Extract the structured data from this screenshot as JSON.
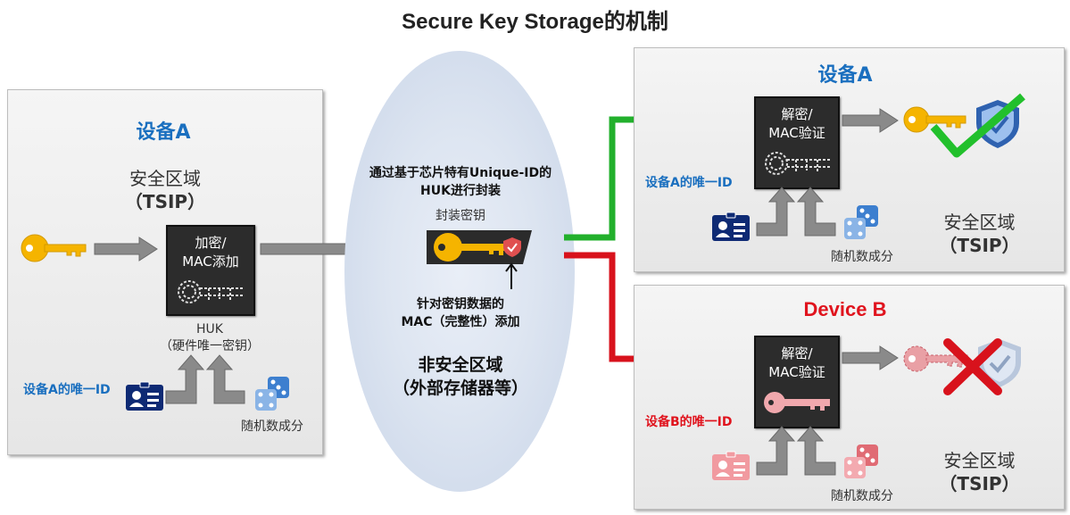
{
  "title": "Secure Key Storage的机制",
  "left_panel": {
    "device": "设备A",
    "zone_line1": "安全区域",
    "zone_line2": "（TSIP）",
    "chip_line1": "加密/",
    "chip_line2": "MAC添加",
    "huk_line1": "HUK",
    "huk_line2": "（硬件唯一密钥）",
    "unique_id": "设备A的唯一ID",
    "random": "随机数成分"
  },
  "center": {
    "desc_line1": "通过基于芯片特有Unique-ID的",
    "desc_line2": "HUK进行封装",
    "wrapped_key": "封装密钥",
    "mac_line1": "针对密钥数据的",
    "mac_line2": "MAC（完整性）添加",
    "zone_line1": "非安全区域",
    "zone_line2": "（外部存储器等）"
  },
  "top_right_panel": {
    "device": "设备A",
    "chip_line1": "解密/",
    "chip_line2": "MAC验证",
    "unique_id": "设备A的唯一ID",
    "random": "随机数成分",
    "zone_line1": "安全区域",
    "zone_line2": "（TSIP）"
  },
  "bottom_right_panel": {
    "device": "Device B",
    "chip_line1": "解密/",
    "chip_line2": "MAC验证",
    "unique_id": "设备B的唯一ID",
    "random": "随机数成分",
    "zone_line1": "安全区域",
    "zone_line2": "（TSIP）"
  },
  "colors": {
    "accent_blue": "#1a6fbf",
    "success_green": "#22b02c",
    "error_red": "#e0141e",
    "key_yellow": "#f5b400"
  },
  "icons": [
    "key-icon",
    "fingerprint-icon",
    "id-card-icon",
    "dice-icon",
    "shield-icon",
    "checkmark-icon",
    "cross-icon",
    "arrow-icon"
  ]
}
